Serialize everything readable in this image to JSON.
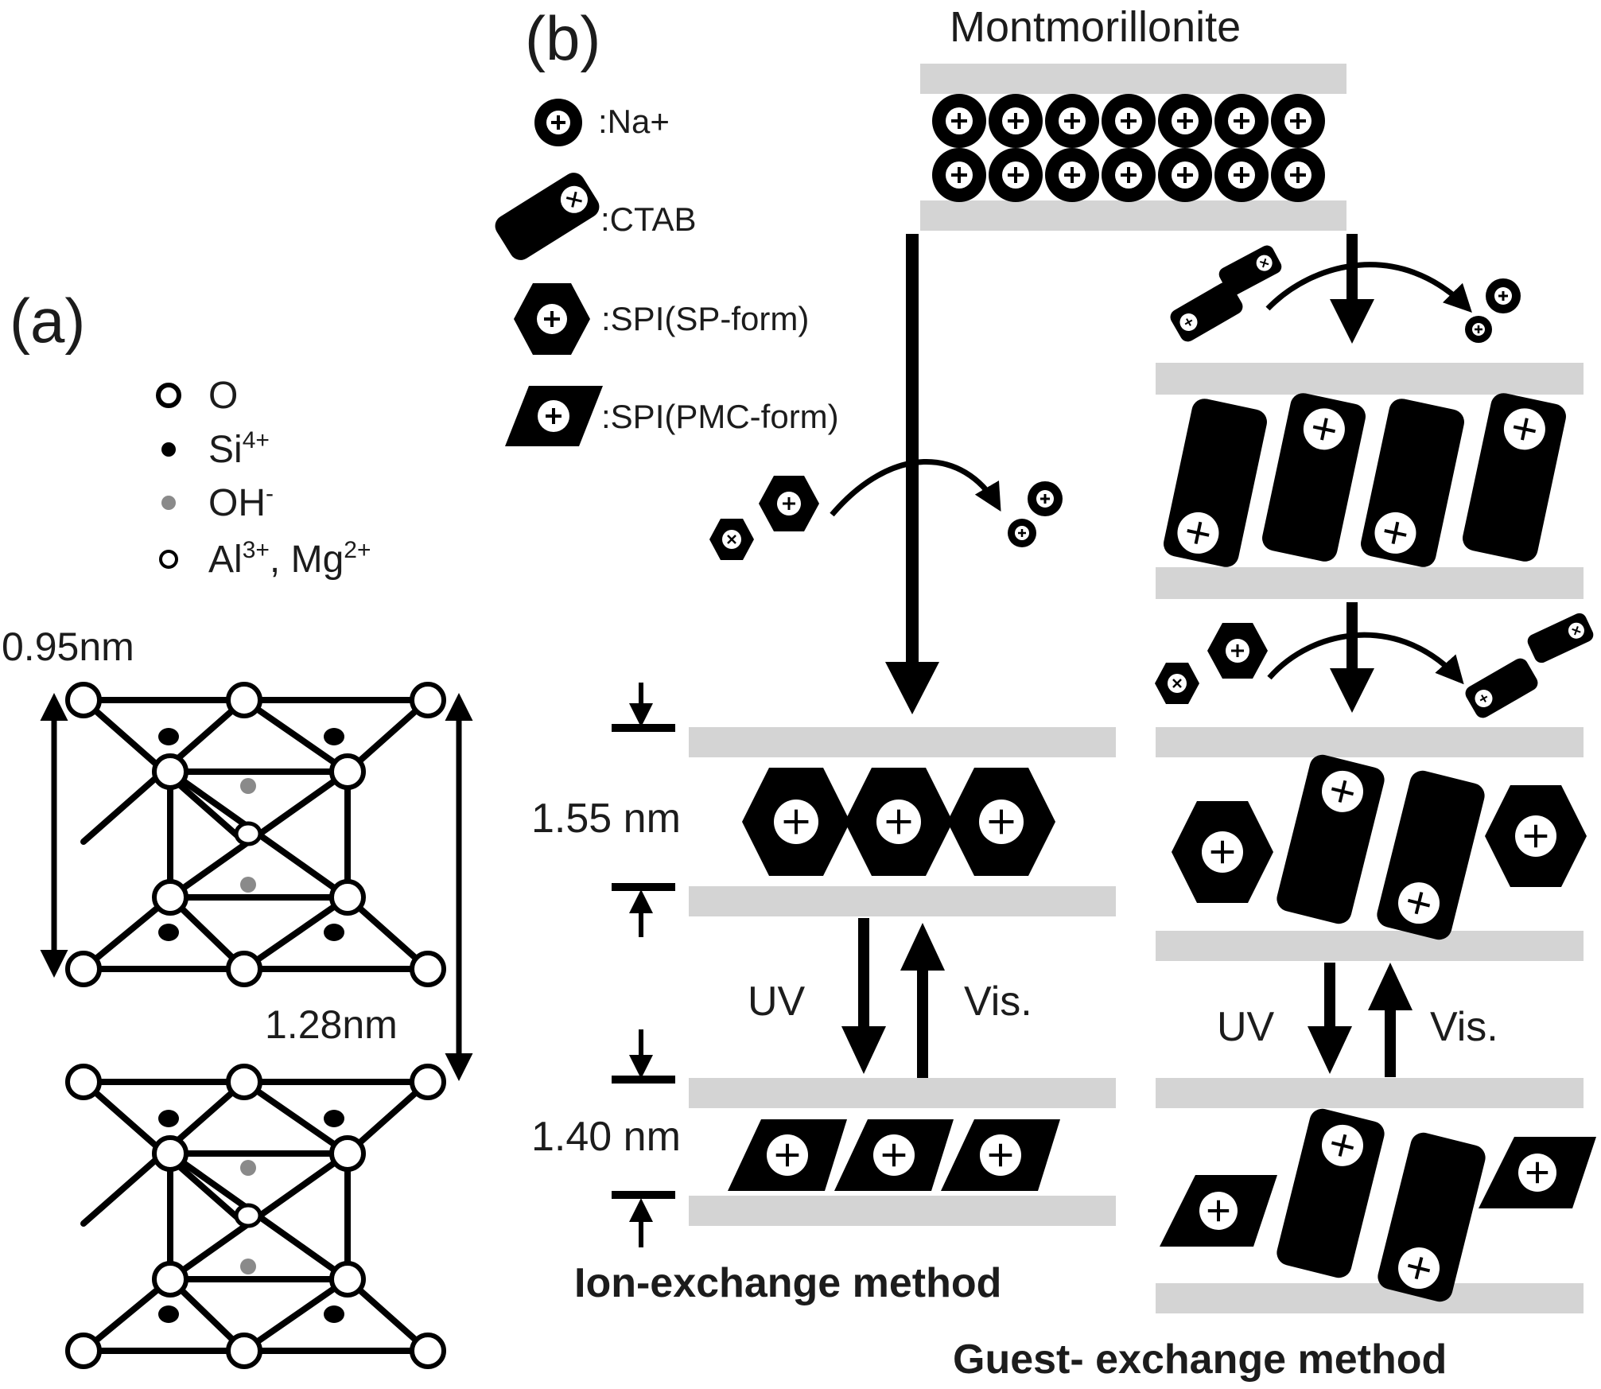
{
  "panel_a": {
    "label": "(a)",
    "legend": [
      {
        "symbol": "O",
        "text": "O",
        "sup": ""
      },
      {
        "symbol": "Si",
        "text": "Si",
        "sup": "4+"
      },
      {
        "symbol": "OH",
        "text": "OH",
        "sup": "-"
      },
      {
        "symbol": "Al",
        "text": "Al",
        "sup": "3+",
        "text2": ", Mg",
        "sup2": "2+"
      }
    ],
    "dim_layer": "0.95nm",
    "dim_spacing": "1.28nm"
  },
  "panel_b": {
    "label": "(b)",
    "title": "Montmorillonite",
    "legend": {
      "na": ":Na+",
      "ctab": ":CTAB",
      "spi_sp": ":SPI(SP-form)",
      "spi_pmc": ":SPI(PMC-form)"
    },
    "ion_exchange": {
      "dim_sp": "1.55 nm",
      "dim_pmc": "1.40 nm",
      "uv": "UV",
      "vis": "Vis.",
      "method": "Ion-exchange method"
    },
    "guest_exchange": {
      "uv": "UV",
      "vis": "Vis.",
      "method": "Guest-  exchange method"
    }
  },
  "colors": {
    "ink": "#000000",
    "layer": "#d4d4d4",
    "oh_gray": "#8a8a8a",
    "text": "#1c1c1c"
  },
  "icons": {
    "na": "plus-circle",
    "ctab": "rounded-rect-with-cross",
    "spi_sp": "hexagon-with-plus",
    "spi_pmc": "parallelogram-with-plus"
  }
}
